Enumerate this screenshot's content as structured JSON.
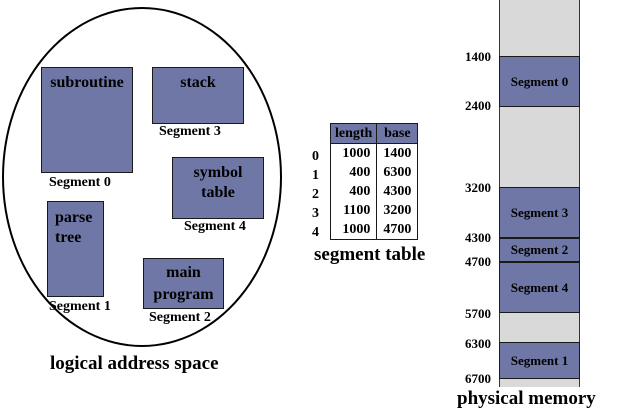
{
  "logical": {
    "caption": "logical address space",
    "boxes": {
      "subroutine": {
        "text": "subroutine",
        "seg": "Segment 0"
      },
      "stack": {
        "text": "stack",
        "seg": "Segment 3"
      },
      "symbol_table": {
        "line1": "symbol",
        "line2": "table",
        "seg": "Segment 4"
      },
      "parse_tree": {
        "line1": "parse",
        "line2": "tree",
        "seg": "Segment 1"
      },
      "main_program": {
        "line1": "main",
        "line2": "program",
        "seg": "Segment 2"
      }
    }
  },
  "segment_table": {
    "caption": "segment table",
    "headers": [
      "length",
      "base"
    ],
    "rows": [
      {
        "index": "0",
        "length": "1000",
        "base": "1400"
      },
      {
        "index": "1",
        "length": "400",
        "base": "6300"
      },
      {
        "index": "2",
        "length": "400",
        "base": "4300"
      },
      {
        "index": "3",
        "length": "1100",
        "base": "3200"
      },
      {
        "index": "4",
        "length": "1000",
        "base": "4700"
      }
    ]
  },
  "physical": {
    "caption": "physical memory",
    "segments": [
      "Segment 0",
      "Segment 3",
      "Segment 2",
      "Segment 4",
      "Segment 1"
    ],
    "addresses": [
      "1400",
      "2400",
      "3200",
      "4300",
      "4700",
      "5700",
      "6300",
      "6700"
    ]
  },
  "colors": {
    "segment_fill": "#6f77a6",
    "memory_free": "#d9d9d9"
  }
}
